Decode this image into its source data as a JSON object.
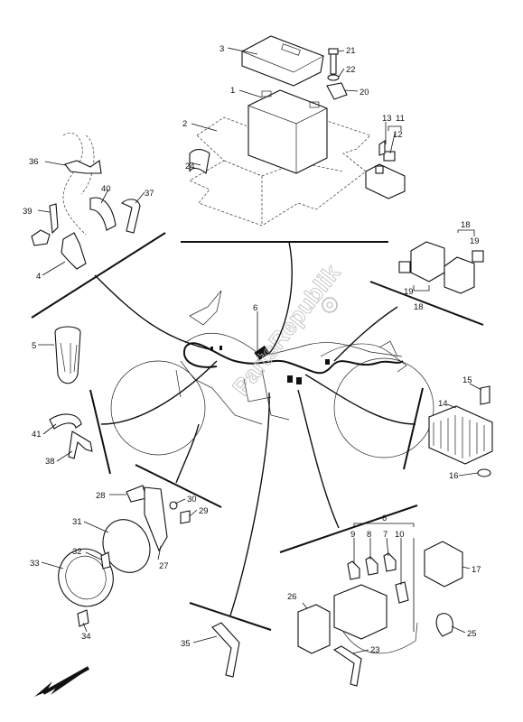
{
  "watermark": "PartsRepublik",
  "labels": {
    "l1": "1",
    "l2": "2",
    "l3": "3",
    "l4": "4",
    "l5": "5",
    "l6a": "6",
    "l6b": "6",
    "l7": "7",
    "l8": "8",
    "l9": "9",
    "l10": "10",
    "l11": "11",
    "l12": "12",
    "l13": "13",
    "l14": "14",
    "l15": "15",
    "l16": "16",
    "l17": "17",
    "l18a": "18",
    "l18b": "18",
    "l19a": "19",
    "l19b": "19",
    "l20": "20",
    "l21": "21",
    "l22": "22",
    "l23": "23",
    "l24": "24",
    "l25": "25",
    "l26": "26",
    "l27": "27",
    "l28": "28",
    "l29": "29",
    "l30": "30",
    "l31": "31",
    "l32": "32",
    "l33": "33",
    "l34": "34",
    "l35": "35",
    "l36": "36",
    "l37": "37",
    "l38": "38",
    "l39": "39",
    "l40": "40",
    "l41": "41"
  }
}
